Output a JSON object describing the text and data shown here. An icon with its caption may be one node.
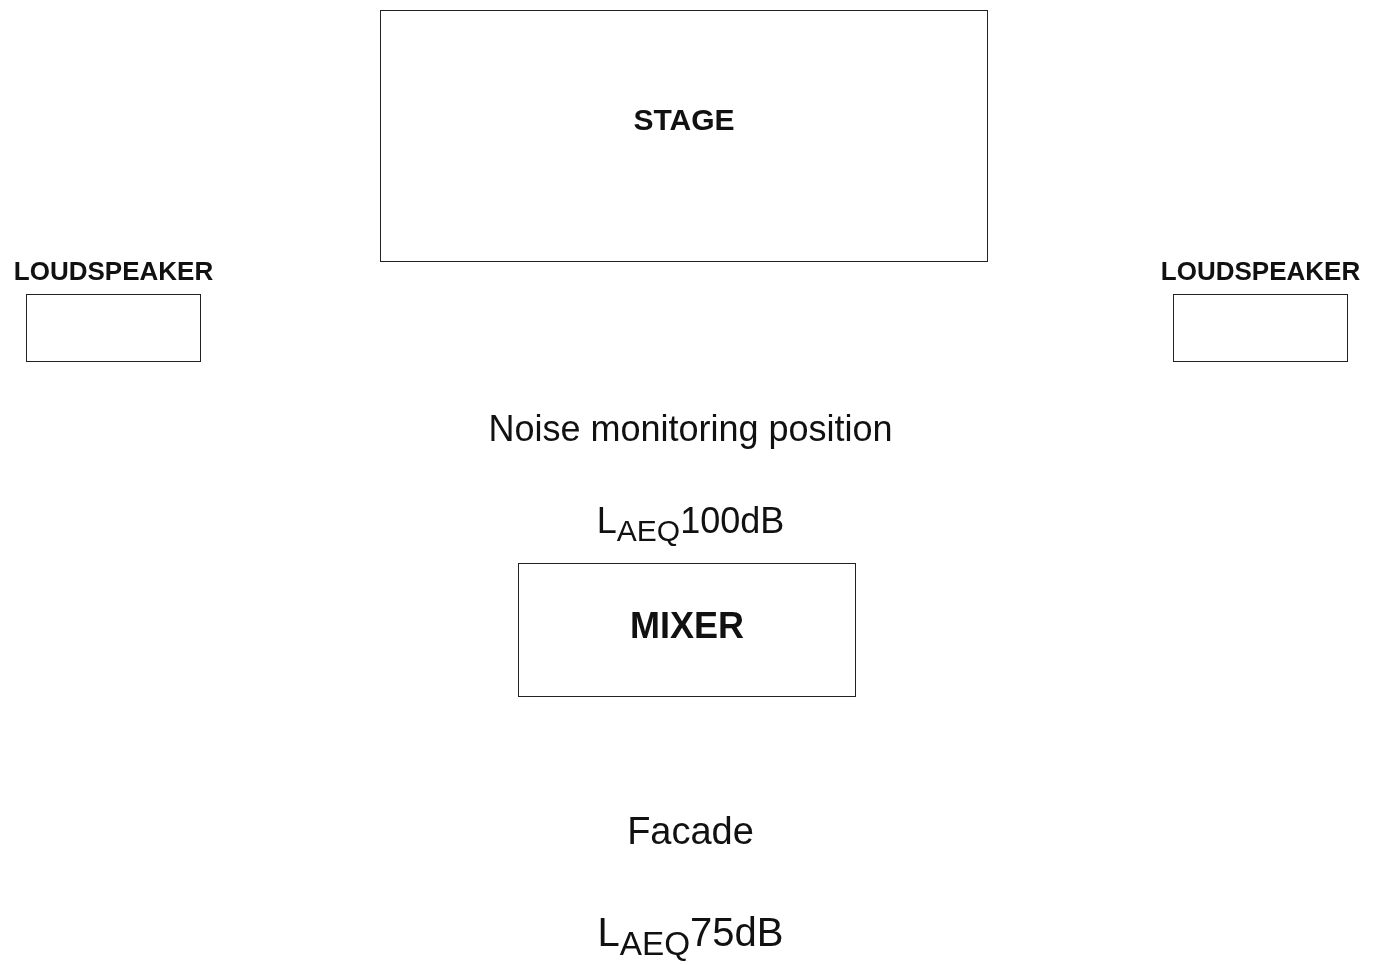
{
  "diagram": {
    "nodes": [
      {
        "text": [
          "STAGE"
        ]
      },
      {
        "text": [
          "LOUDSPEAKER"
        ]
      },
      {
        "text": [
          "LOUDSPEAKER"
        ]
      },
      {
        "text": [
          "MIXER"
        ]
      }
    ],
    "edges": [],
    "labels": [
      "Noise monitoring position",
      "L$_{AEQ}$100dB",
      "Facade",
      "L$_{AEQ}$75dB"
    ]
  }
}
